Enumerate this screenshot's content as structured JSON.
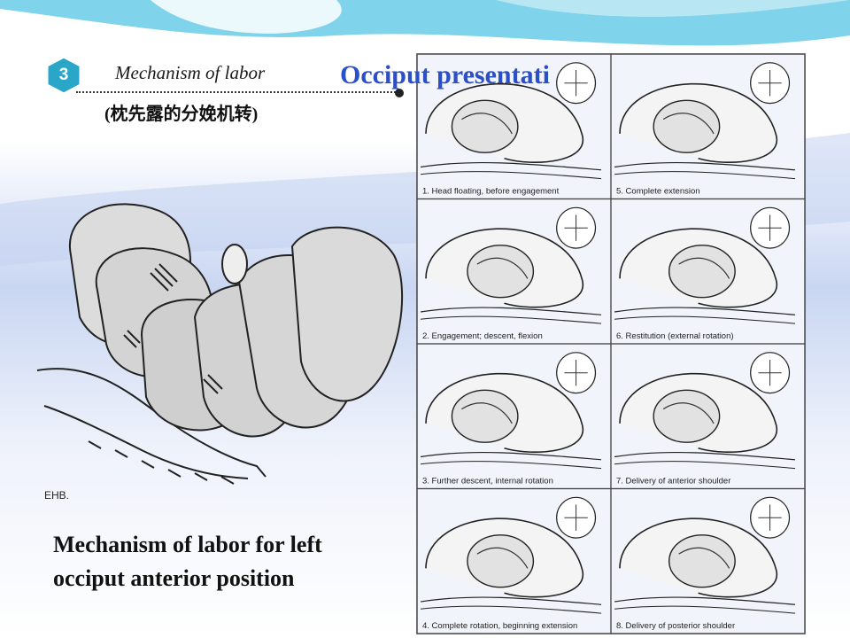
{
  "header": {
    "section_number": "3",
    "section_title": "Mechanism of labor",
    "section_subtitle": "(枕先露的分娩机转)",
    "slide_title": "Occiput presentati"
  },
  "left_figure": {
    "artist_mark": "EHB."
  },
  "caption": {
    "line1": "Mechanism of labor for left",
    "line2": "occiput anterior position"
  },
  "panels": [
    {
      "label": "1. Head floating, before engagement"
    },
    {
      "label": "5. Complete extension"
    },
    {
      "label": "2. Engagement; descent, flexion"
    },
    {
      "label": "6. Restitution (external rotation)"
    },
    {
      "label": "3. Further descent, internal rotation"
    },
    {
      "label": "7. Delivery of anterior shoulder"
    },
    {
      "label": "4. Complete rotation, beginning extension"
    },
    {
      "label": "8. Delivery of posterior shoulder"
    }
  ],
  "colors": {
    "title_blue": "#2b4fc7",
    "badge_teal": "#2aa6c9",
    "panel_tint": "#dfe6f6"
  }
}
